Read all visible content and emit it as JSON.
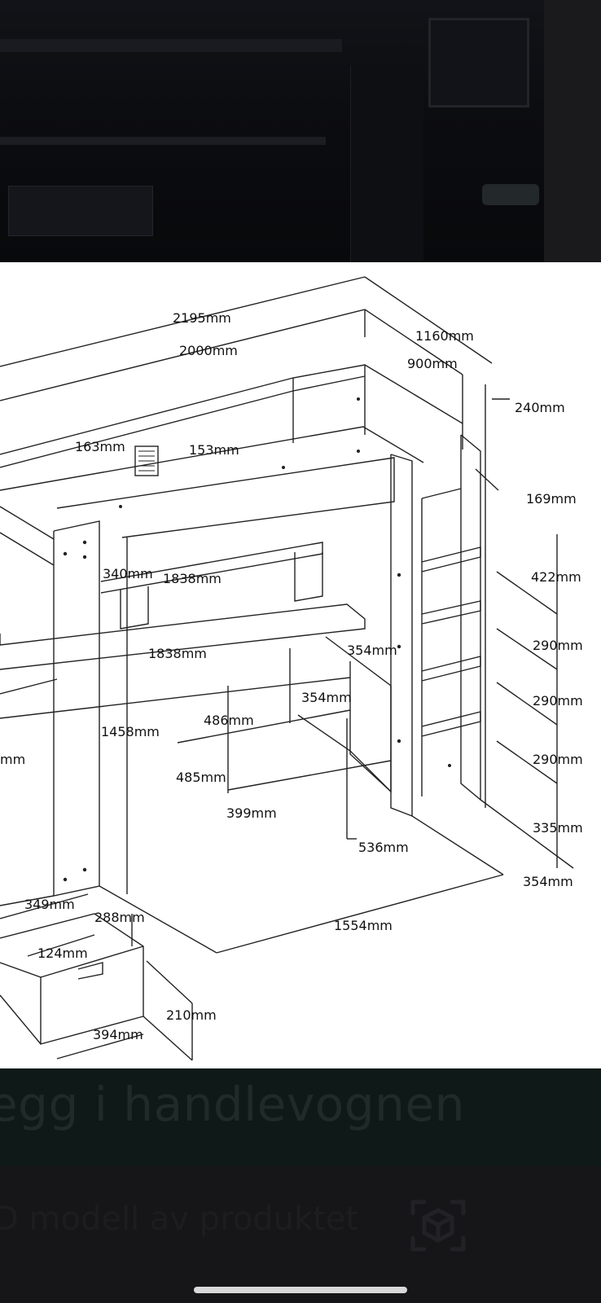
{
  "cart": {
    "add_label": "egg i handlevognen"
  },
  "model": {
    "label": "D modell av produktet",
    "icon": "ar-cube-icon"
  },
  "dimensions": {
    "total_length": "2195mm",
    "bed_length": "2000mm",
    "total_width": "1160mm",
    "bed_width": "900mm",
    "rail_height": "240mm",
    "guard_163": "163mm",
    "guard_153": "153mm",
    "rail_169": "169mm",
    "shelf_340": "340mm",
    "desk_top_upper": "1838mm",
    "step_422": "422mm",
    "desk_top_lower": "1838mm",
    "desk_354a": "354mm",
    "step_290a": "290mm",
    "desk_354b": "354mm",
    "step_290b": "290mm",
    "desk_486": "486mm",
    "under_1458": "1458mm",
    "side_mm": "mm",
    "step_290c": "290mm",
    "desk_485": "485mm",
    "desk_399": "399mm",
    "step_335": "335mm",
    "desk_536": "536mm",
    "base_354": "354mm",
    "drawer_349": "349mm",
    "drawer_288": "288mm",
    "floor_1554": "1554mm",
    "drawer_124": "124mm",
    "drawer_210": "210mm",
    "drawer_394": "394mm"
  }
}
